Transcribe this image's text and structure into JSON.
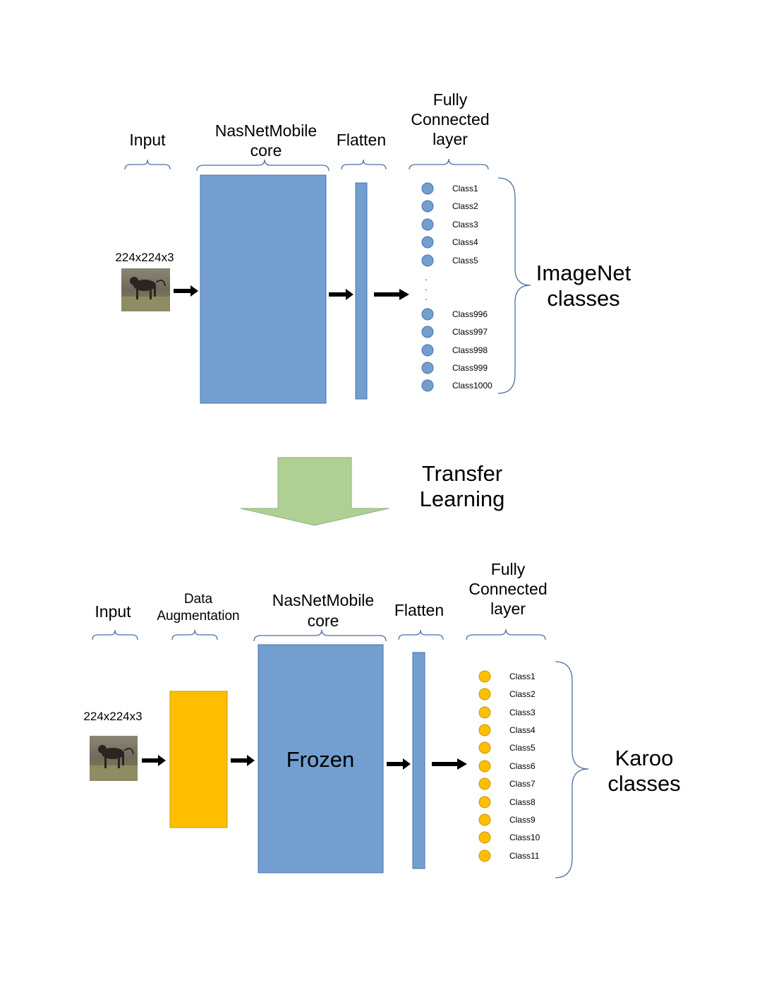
{
  "top": {
    "headers": {
      "input": "Input",
      "core": [
        "NasNetMobile",
        "core"
      ],
      "flatten": "Flatten",
      "fc": [
        "Fully",
        "Connected",
        "layer"
      ]
    },
    "input_size": "224x224x3",
    "classes": [
      "Class1",
      "Class2",
      "Class3",
      "Class4",
      "Class5",
      "Class996",
      "Class997",
      "Class998",
      "Class999",
      "Class1000"
    ],
    "ellipsis": [
      ".",
      ".",
      "."
    ],
    "group_label": [
      "ImageNet",
      "classes"
    ]
  },
  "transfer": [
    "Transfer",
    "Learning"
  ],
  "bottom": {
    "headers": {
      "input": "Input",
      "augmentation": [
        "Data",
        "Augmentation"
      ],
      "core": [
        "NasNetMobile",
        "core"
      ],
      "flatten": "Flatten",
      "fc": [
        "Fully",
        "Connected",
        "layer"
      ]
    },
    "input_size": "224x224x3",
    "core_label": "Frozen",
    "classes": [
      "Class1",
      "Class2",
      "Class3",
      "Class4",
      "Class5",
      "Class6",
      "Class7",
      "Class8",
      "Class9",
      "Class10",
      "Class11"
    ],
    "group_label": [
      "Karoo",
      "classes"
    ]
  },
  "colors": {
    "layer_blue": "#729fcf",
    "layer_blue_stroke": "#4a72a8",
    "augmentation_yellow": "#ffbf00",
    "augmentation_stroke": "#c99700",
    "transfer_arrow_green": "#afd095",
    "node_blue": "#729fcf",
    "node_yellow": "#ffbf00",
    "brace": "#4a6fa5"
  }
}
